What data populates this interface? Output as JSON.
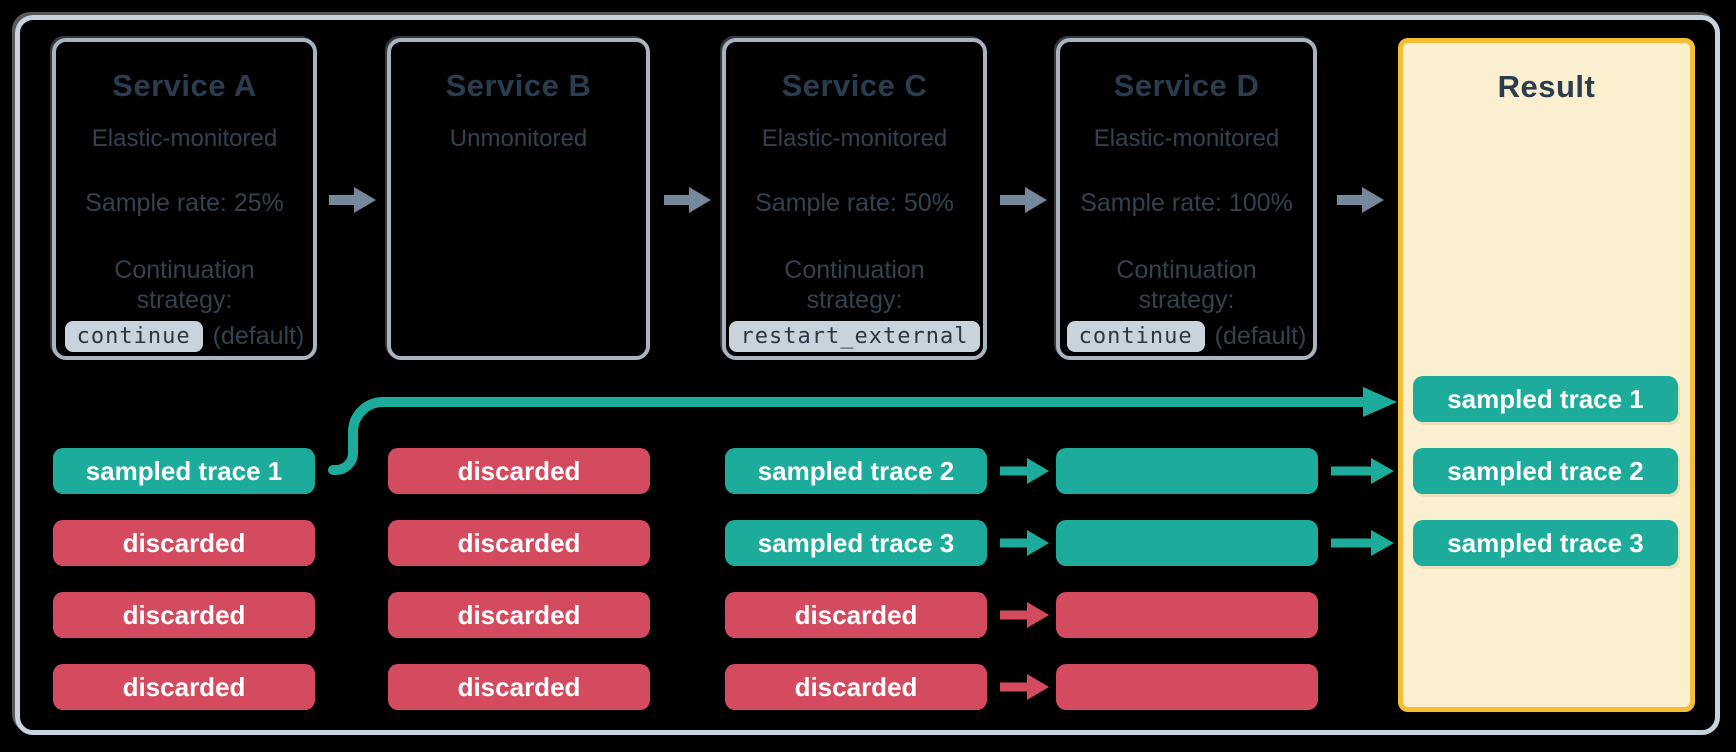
{
  "colors": {
    "background": "#000000",
    "frame_border": "#C7D3DD",
    "box_border": "#A7B5C2",
    "ink": "#2A3C4E",
    "ink_soft": "#31434F",
    "teal": "#1DAC9C",
    "red": "#D44A5F",
    "chip_text": "#FFFFFF",
    "code_chip_bg": "#C9D3DB",
    "code_chip_text": "#2A3845",
    "result_bg": "#FAF0CF",
    "result_border": "#F3BE33",
    "arrow_gray": "#76889B"
  },
  "services": [
    {
      "title": "Service A",
      "monitoring": "Elastic-monitored",
      "sample_rate": "Sample rate: 25%",
      "continuation_label": "Continuation strategy:",
      "strategy_code": "continue",
      "strategy_note": "(default)"
    },
    {
      "title": "Service B",
      "monitoring": "Unmonitored"
    },
    {
      "title": "Service C",
      "monitoring": "Elastic-monitored",
      "sample_rate": "Sample rate: 50%",
      "continuation_label": "Continuation strategy:",
      "strategy_code": "restart_external"
    },
    {
      "title": "Service D",
      "monitoring": "Elastic-monitored",
      "sample_rate": "Sample rate: 100%",
      "continuation_label": "Continuation strategy:",
      "strategy_code": "continue",
      "strategy_note": "(default)"
    }
  ],
  "trace_columns": [
    {
      "service": "Service A",
      "traces": [
        {
          "label": "sampled trace 1",
          "status": "sampled"
        },
        {
          "label": "discarded",
          "status": "discarded"
        },
        {
          "label": "discarded",
          "status": "discarded"
        },
        {
          "label": "discarded",
          "status": "discarded"
        }
      ]
    },
    {
      "service": "Service B",
      "traces": [
        {
          "label": "discarded",
          "status": "discarded"
        },
        {
          "label": "discarded",
          "status": "discarded"
        },
        {
          "label": "discarded",
          "status": "discarded"
        },
        {
          "label": "discarded",
          "status": "discarded"
        }
      ]
    },
    {
      "service": "Service C",
      "traces": [
        {
          "label": "sampled trace 2",
          "status": "sampled"
        },
        {
          "label": "sampled trace 3",
          "status": "sampled"
        },
        {
          "label": "discarded",
          "status": "discarded"
        },
        {
          "label": "discarded",
          "status": "discarded"
        }
      ]
    },
    {
      "service": "Service D",
      "traces": [
        {
          "label": "",
          "status": "sampled"
        },
        {
          "label": "",
          "status": "sampled"
        },
        {
          "label": "",
          "status": "discarded"
        },
        {
          "label": "",
          "status": "discarded"
        }
      ]
    }
  ],
  "result": {
    "title": "Result",
    "traces": [
      {
        "label": "sampled trace 1",
        "status": "sampled"
      },
      {
        "label": "sampled trace 2",
        "status": "sampled"
      },
      {
        "label": "sampled trace 3",
        "status": "sampled"
      }
    ]
  }
}
